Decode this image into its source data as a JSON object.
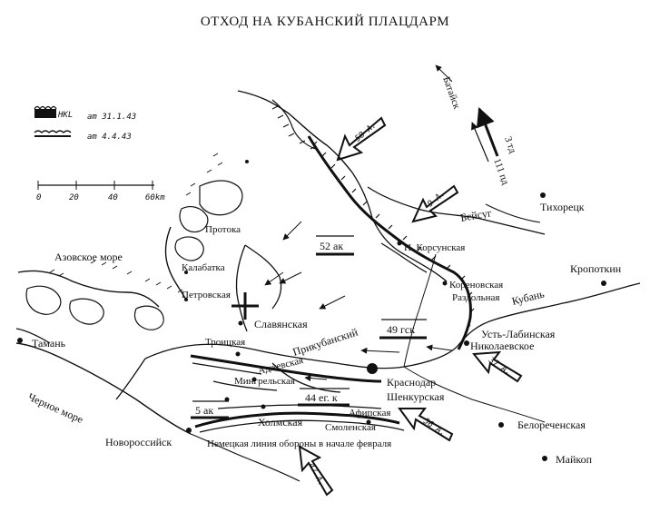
{
  "map": {
    "title": "ОТХОД НА КУБАНСКИЙ ПЛАЦДАРМ",
    "legend": {
      "line1_box": "HKL",
      "line1_date": "am 31.1.43",
      "line2_date": "am 4.4.43",
      "scale_ticks": [
        "0",
        "20",
        "40",
        "60km"
      ]
    },
    "places": {
      "tikhoretsk": "Тихорецк",
      "kropotkin": "Кропоткин",
      "n_korsunskaya": "Н. Корсунская",
      "korenovskaya": "Кореновская",
      "razdolnaya": "Раздольная",
      "ust_labinskaya": "Усть-Лабинская",
      "nikolaevskoe": "Николаевское",
      "krasnodar": "Краснодар",
      "shenkurskaya": "Шенкурская",
      "belorechenskaya": "Белореченская",
      "maykop": "Майкоп",
      "slavyanskaya": "Славянская",
      "troitskaya": "Троицкая",
      "adzhevskaya": "Аджевская",
      "mingrelskaya": "Мингрельская",
      "kholmskaya": "Холмская",
      "afipskaya": "Афипская",
      "smolenskaya": "Смоленская",
      "novorossiysk": "Новороссийск",
      "taman": "Тамань",
      "kalabatka": "Калабатка",
      "petrovskaya": "Петровская",
      "protoka": "Протока"
    },
    "water": {
      "azov_sea": "Азовское море",
      "black_sea": "Черное море",
      "kuban": "Кубань",
      "beysug": "Бейсуг",
      "prikubansky": "Прикубанский"
    },
    "units": {
      "ak52": "52 ак",
      "gsk49": "49 гск",
      "egk44": "44 ег. к",
      "ak5": "5 ак",
      "td3": "3 тд",
      "pd111": "111 пд"
    },
    "soviet_armies": {
      "a58": "58 А.",
      "a9": "9 А.",
      "a37": "37 А.",
      "a56": "56 А.",
      "a47": "47 А."
    },
    "other": {
      "bataysk": "Батайск",
      "defense_line": "Немецкая линия обороны в начале февраля"
    }
  }
}
